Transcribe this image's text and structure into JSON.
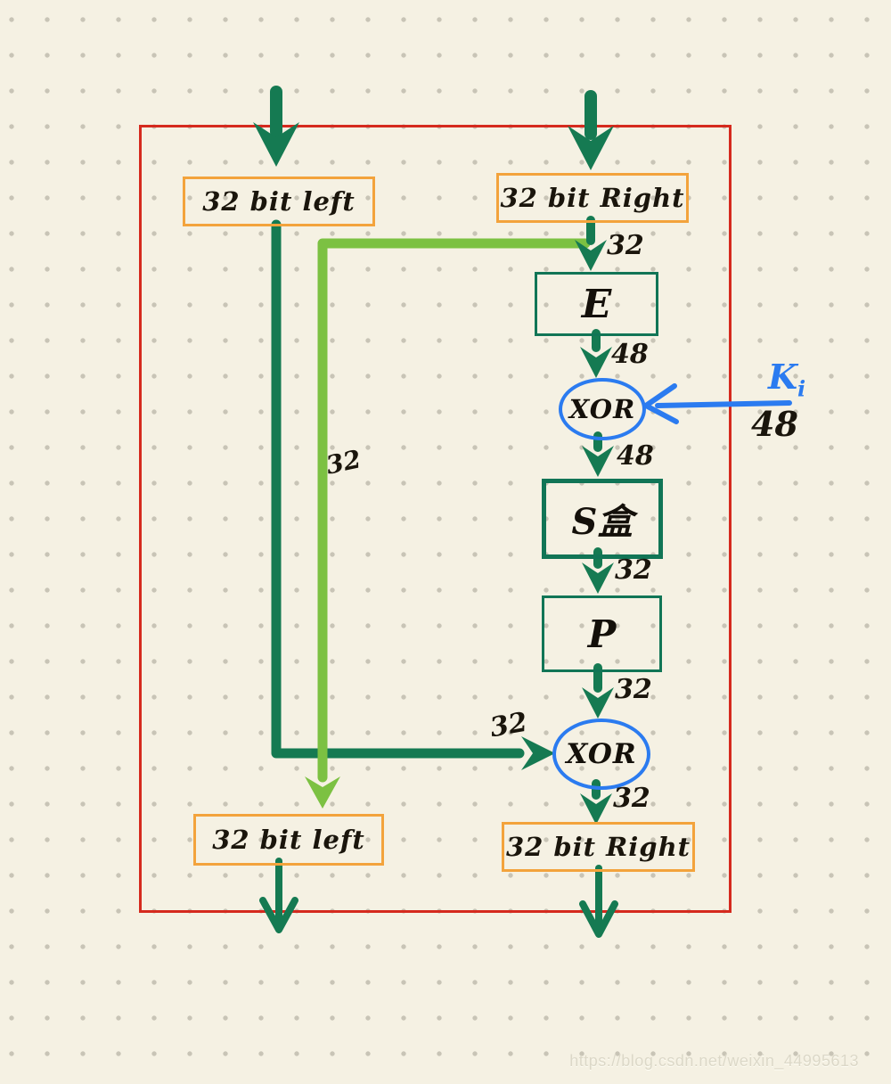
{
  "nodes": {
    "top_left_box": "32 bit left",
    "top_right_box": "32 bit Right",
    "expansion_box": "E",
    "xor1": "XOR",
    "sbox": "S盒",
    "pbox": "P",
    "xor2": "XOR",
    "bottom_left_box": "32 bit left",
    "bottom_right_box": "32 bit Right"
  },
  "labels": {
    "right_in_bits": "32",
    "e_out_bits": "48",
    "key_main": "K",
    "key_sub": "i",
    "key_bits": "48",
    "xor1_out_bits": "48",
    "sbox_out_bits": "32",
    "pbox_out_bits": "32",
    "xor2_in_bits": "32",
    "xor2_out_bits": "32",
    "left_feed_bits": "32"
  },
  "watermark": "https://blog.csdn.net/weixin_44995613",
  "colors": {
    "background": "#f5f1e3",
    "dot_grid": "#c8c4b6",
    "outer_frame_red": "#d52a1e",
    "data_box_orange": "#f3a33c",
    "process_box_green": "#117556",
    "arrow_dark_green": "#157a52",
    "arrow_light_green": "#7cc142",
    "key_blue": "#2b7bf0",
    "ink_black": "#1a150c",
    "watermark_gray": "#dcd8c8"
  }
}
